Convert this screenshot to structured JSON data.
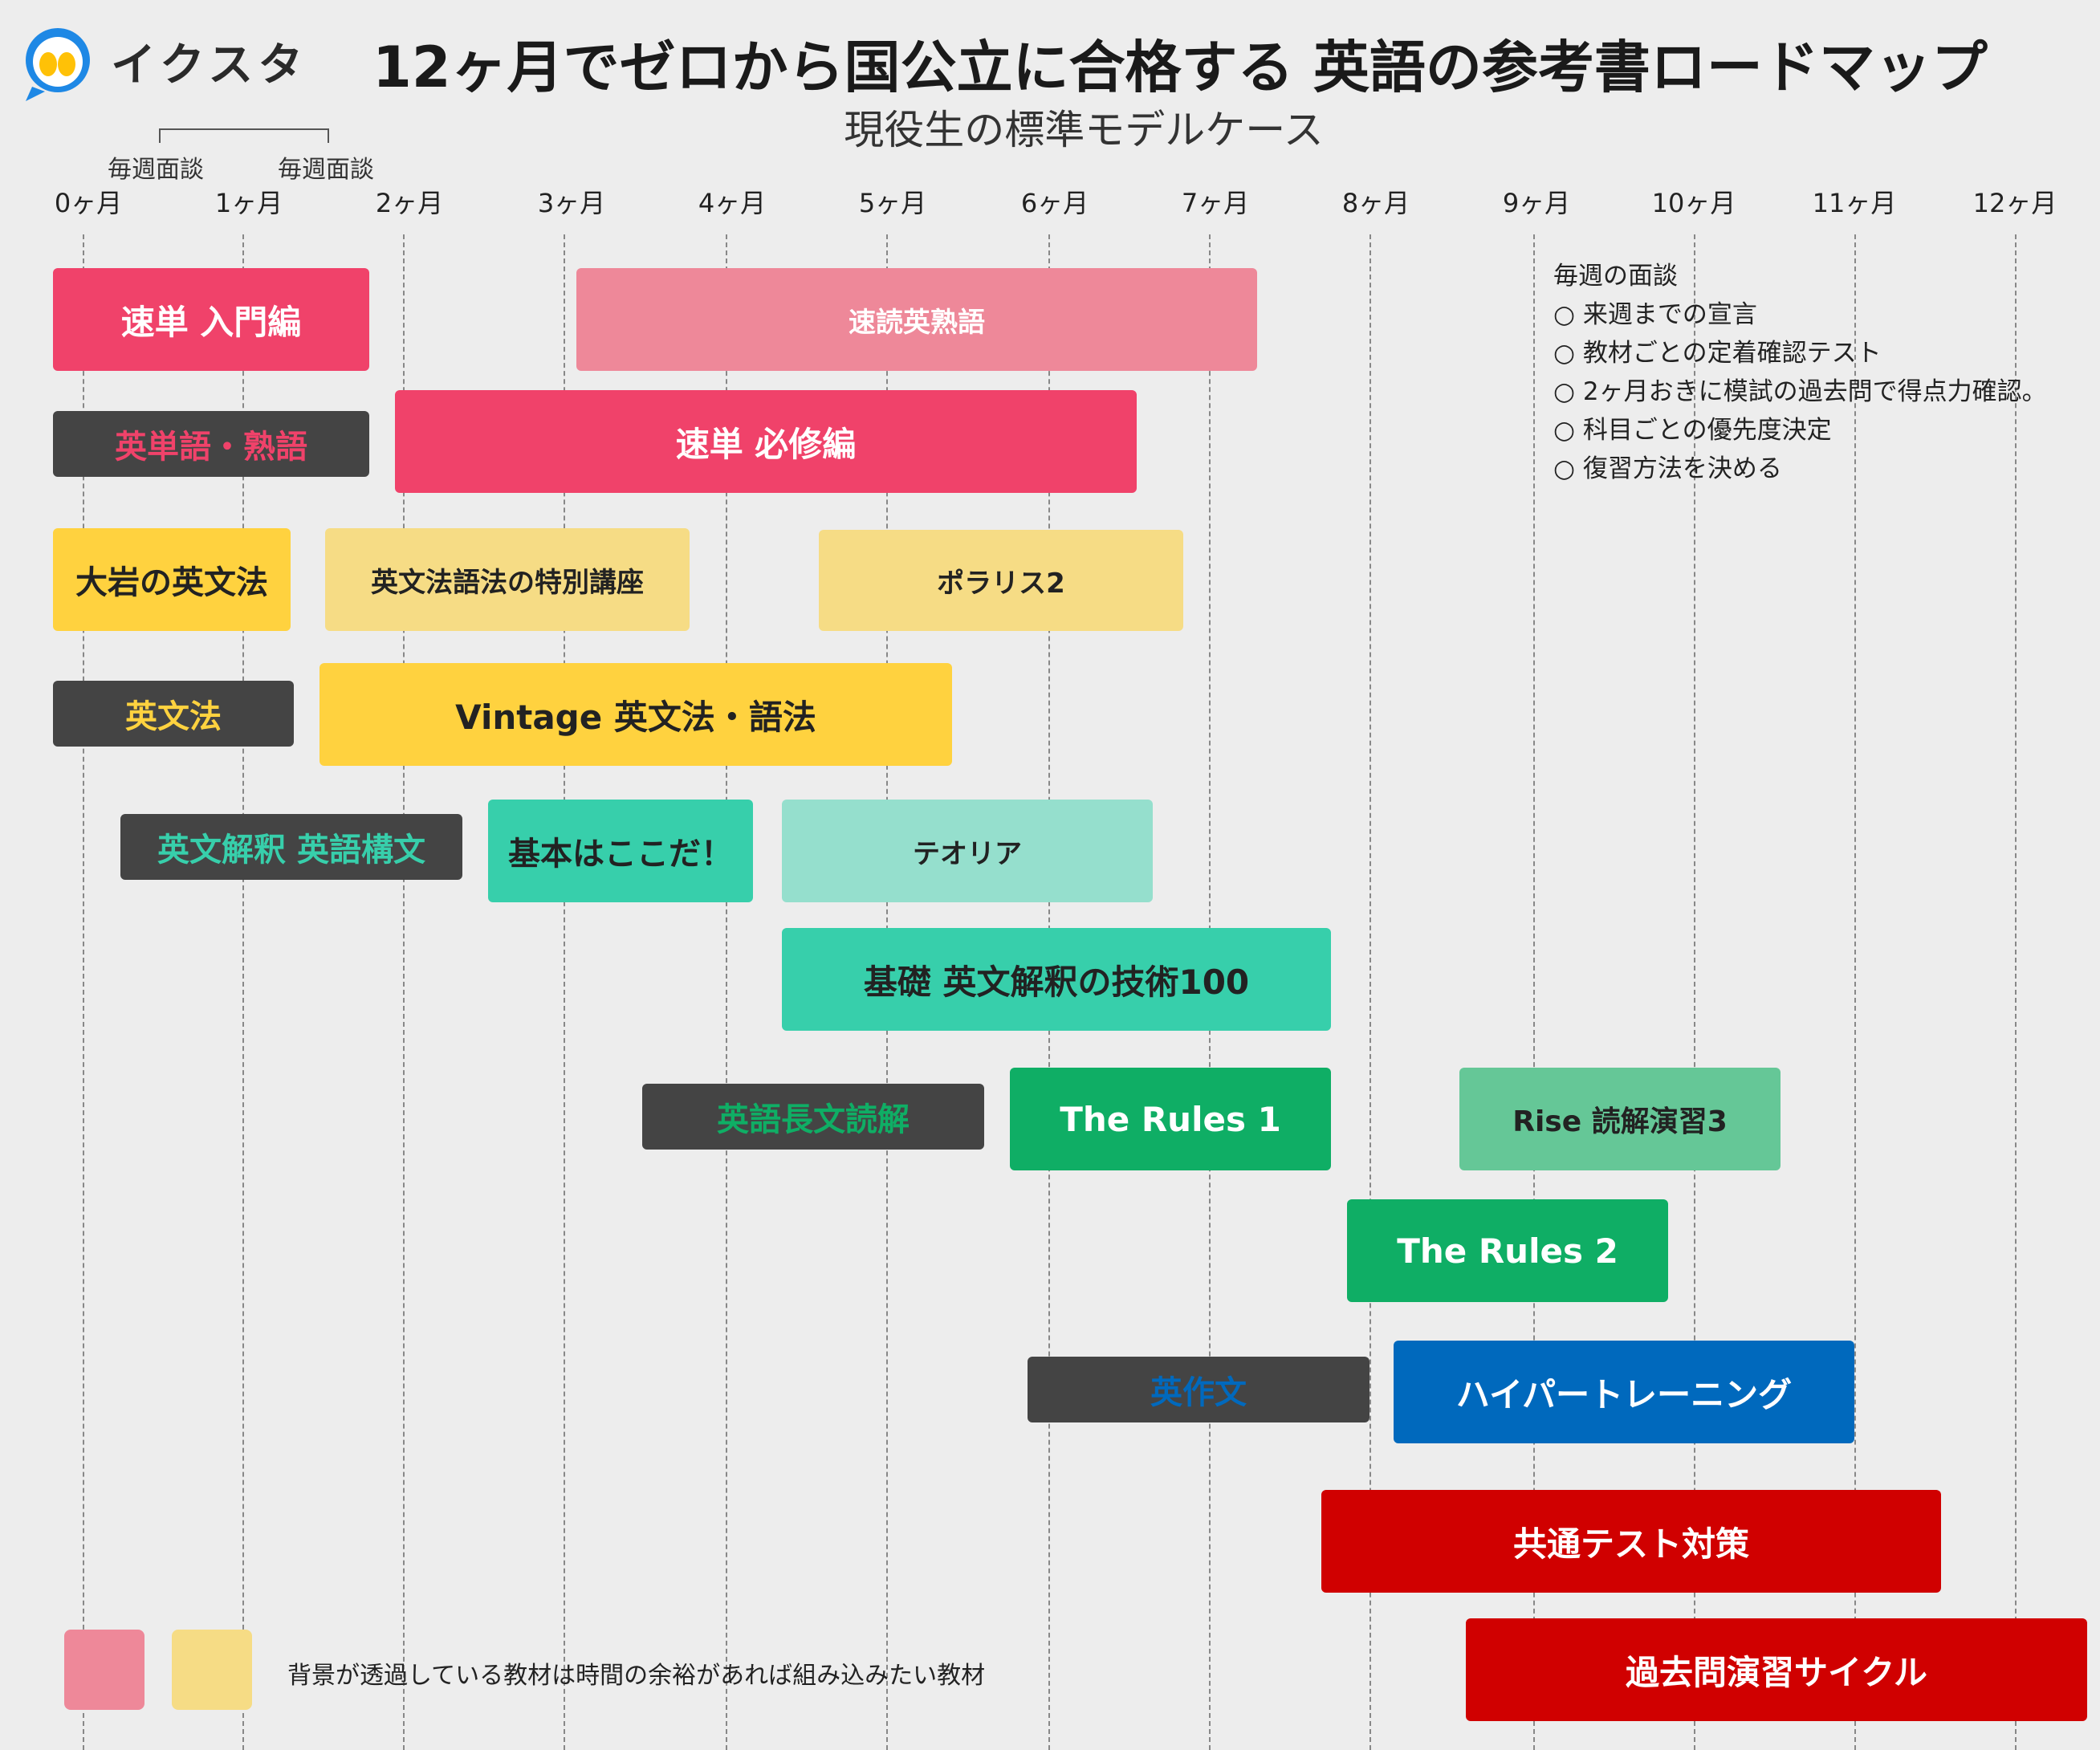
{
  "header": {
    "logo_text": "イクスタ",
    "title": "12ヶ月でゼロから国公立に合格する 英語の参考書ロードマップ",
    "subtitle": "現役生の標準モデルケース",
    "meeting_labels": [
      "毎週面談",
      "毎週面談"
    ]
  },
  "timeline": {
    "months": [
      "0ヶ月",
      "1ヶ月",
      "2ヶ月",
      "3ヶ月",
      "4ヶ月",
      "5ヶ月",
      "6ヶ月",
      "7ヶ月",
      "8ヶ月",
      "9ヶ月",
      "10ヶ月",
      "11ヶ月",
      "12ヶ月"
    ]
  },
  "categories": {
    "vocab": "英単語・熟語",
    "grammar": "英文法",
    "interpretation": "英文解釈 英語構文",
    "reading": "英語長文読解",
    "composition": "英作文"
  },
  "books": {
    "sokutan_intro": "速単 入門編",
    "sokudoku": "速読英熟語",
    "sokutan_hisshu": "速単 必修編",
    "oiwa": "大岩の英文法",
    "tokubetsu": "英文法語法の特別講座",
    "polaris2": "ポラリス2",
    "vintage": "Vintage 英文法・語法",
    "kihon": "基本はここだ！",
    "teoria": "テオリア",
    "kiso100": "基礎 英文解釈の技術100",
    "rules1": "The Rules 1",
    "rise3": "Rise 読解演習3",
    "rules2": "The Rules 2",
    "hyper": "ハイパートレーニング",
    "kyotsu": "共通テスト対策",
    "kakomon": "過去問演習サイクル"
  },
  "notes": {
    "heading": "毎週の面談",
    "items": [
      "来週までの宣言",
      "教材ごとの定着確認テスト",
      "2ヶ月おきに模試の過去問で得点力確認。",
      "科目ごとの優先度決定",
      "復習方法を決める"
    ],
    "bullet": "○"
  },
  "legend": {
    "text": "背景が透過している教材は時間の余裕があれば組み込みたい教材"
  },
  "colors": {
    "vocab": "#f0426a",
    "vocab_light": "#ee8899",
    "grammar": "#ffd23f",
    "grammar_light": "#f6dc85",
    "interp": "#37cfab",
    "interp_light": "#95dfcd",
    "reading": "#0fae65",
    "reading_light": "#65c797",
    "composition": "#0069bd",
    "exam": "#d00000",
    "label_bg": "#444444",
    "background": "#ededed"
  }
}
